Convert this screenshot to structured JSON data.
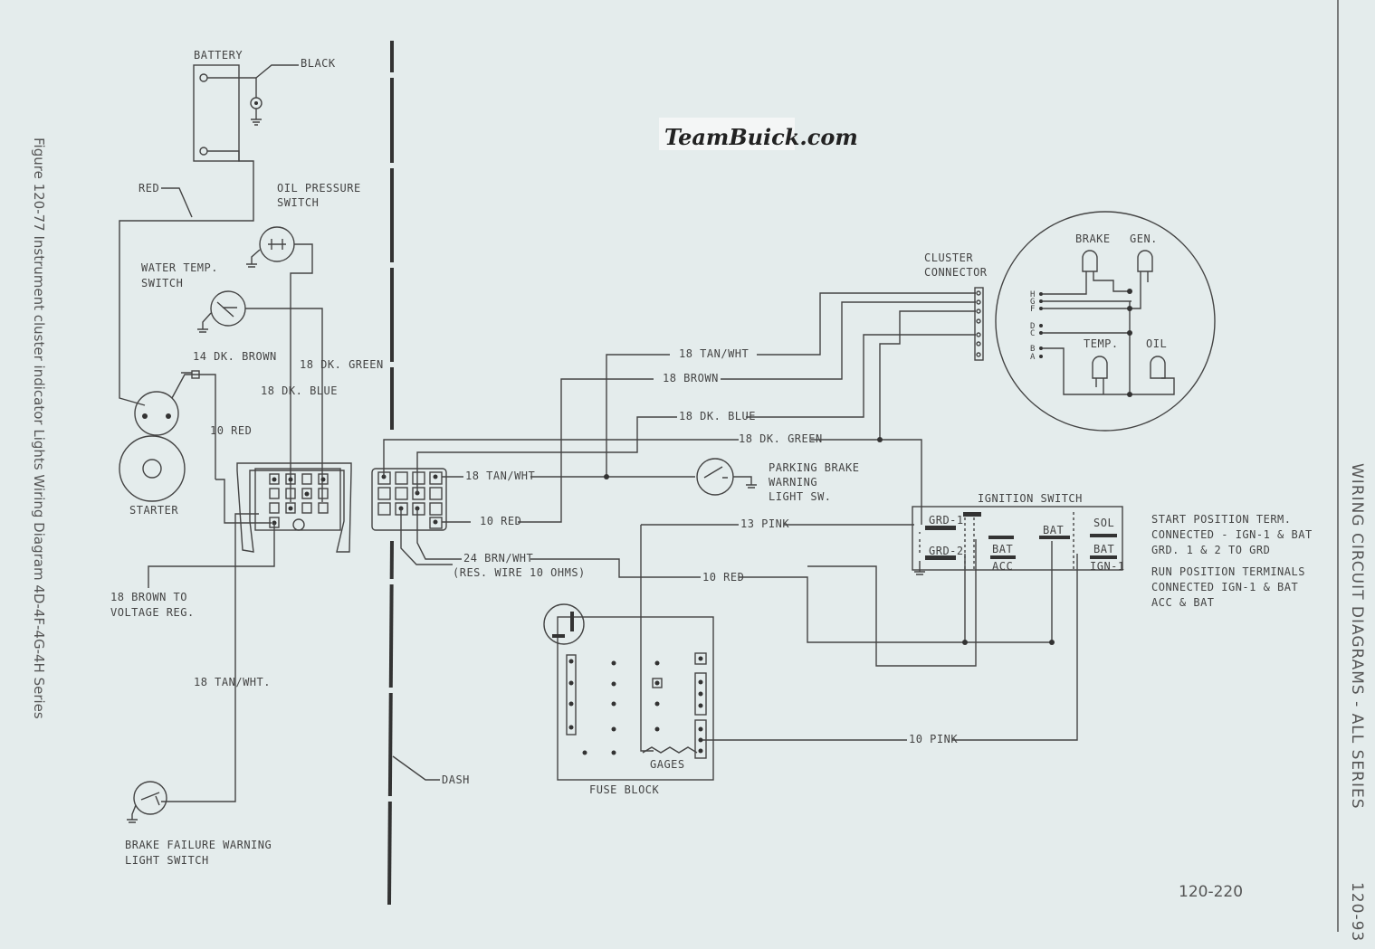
{
  "figure_caption": "Figure 120-77 Instrument cluster indicator Lights Wiring Diagram 4D-4F-4G-4H Series",
  "side_header": "WIRING CIRCUIT DIAGRAMS - ALL SERIES",
  "page_number": "120-93",
  "figure_code": "120-220",
  "logo_text": "TeamBuick.com",
  "components": {
    "battery": "BATTERY",
    "oil_pressure_switch": [
      "OIL PRESSURE",
      "SWITCH"
    ],
    "water_temp_switch": [
      "WATER TEMP.",
      "SWITCH"
    ],
    "starter": "STARTER",
    "brake_failure_switch": [
      "BRAKE FAILURE WARNING",
      "LIGHT SWITCH"
    ],
    "parking_brake_switch": [
      "PARKING BRAKE",
      "WARNING",
      "LIGHT SW."
    ],
    "cluster_connector": [
      "CLUSTER",
      "CONNECTOR"
    ],
    "ignition_switch": "IGNITION SWITCH",
    "fuse_block": "FUSE BLOCK",
    "gages": "GAGES",
    "dash": "DASH"
  },
  "wires": {
    "black": "BLACK",
    "red": "RED",
    "dk_brown_14": "14 DK. BROWN",
    "dk_green_18_left": "18 DK. GREEN",
    "dk_blue_18_left": "18 DK. BLUE",
    "red_10_left": "10 RED",
    "brown_voltage_reg": [
      "18 BROWN TO",
      "VOLTAGE REG."
    ],
    "tan_wht_18_left": "18 TAN/WHT.",
    "tan_wht_18_top": "18 TAN/WHT",
    "brown_18": "18 BROWN",
    "dk_blue_18": "18 DK. BLUE",
    "dk_green_18": "18 DK. GREEN",
    "tan_wht_18_mid": "18 TAN/WHT",
    "red_10_mid": "10 RED",
    "pink_13": "13 PINK",
    "brn_wht_24": [
      "24 BRN/WHT",
      "(RES. WIRE 10 OHMS)"
    ],
    "red_10_lower": "10 RED",
    "pink_10": "10 PINK"
  },
  "cluster": {
    "brake": "BRAKE",
    "gen": "GEN.",
    "temp": "TEMP.",
    "oil": "OIL",
    "pins": [
      "H",
      "G",
      "F",
      "D",
      "C",
      "B",
      "A"
    ]
  },
  "ignition": {
    "grd1": "GRD-1",
    "grd2": "GRD-2",
    "bat_acc": "BAT",
    "acc": "ACC",
    "bat_mid": "BAT",
    "sol": "SOL",
    "bat_ign": "BAT",
    "ign1": "IGN-1"
  },
  "notes": {
    "start": [
      "START POSITION TERM.",
      "CONNECTED - IGN-1 & BAT",
      "GRD. 1 & 2 TO GRD"
    ],
    "run": [
      "RUN POSITION TERMINALS",
      "CONNECTED IGN-1 & BAT",
      "ACC & BAT"
    ]
  }
}
